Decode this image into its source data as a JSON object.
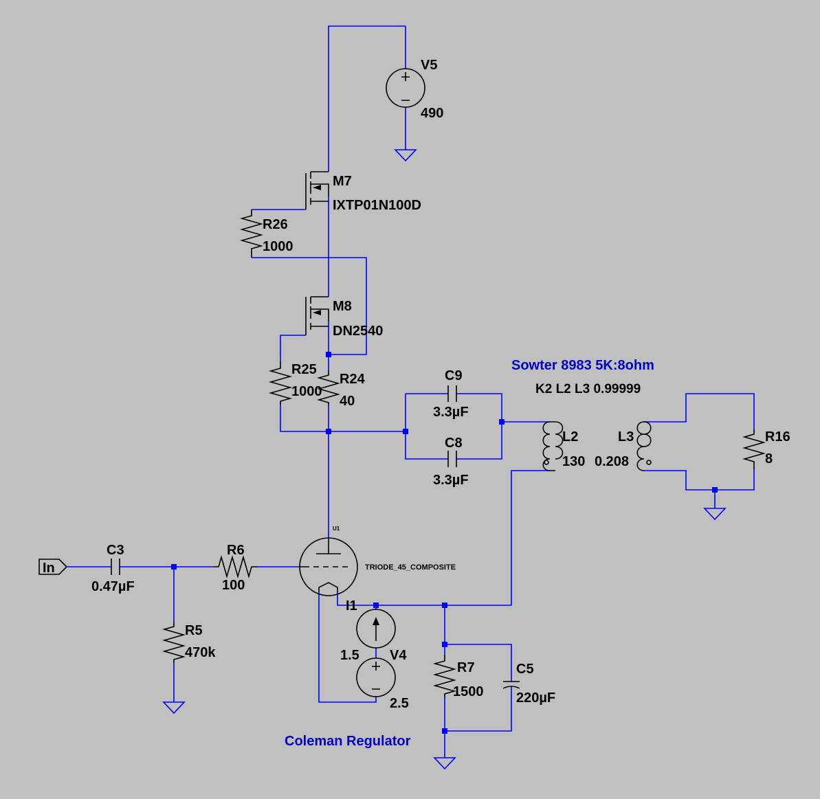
{
  "components": {
    "V5": {
      "name": "V5",
      "value": "490"
    },
    "M7": {
      "name": "M7",
      "value": "IXTP01N100D"
    },
    "R26": {
      "name": "R26",
      "value": "1000"
    },
    "M8": {
      "name": "M8",
      "value": "DN2540"
    },
    "R25": {
      "name": "R25",
      "value": "1000"
    },
    "R24": {
      "name": "R24",
      "value": "40"
    },
    "C9": {
      "name": "C9",
      "value": "3.3µF"
    },
    "C8": {
      "name": "C8",
      "value": "3.3µF"
    },
    "L2": {
      "name": "L2",
      "value": "130"
    },
    "L3": {
      "name": "L3",
      "value": "0.208"
    },
    "R16": {
      "name": "R16",
      "value": "8"
    },
    "U1": {
      "name": "U1",
      "value": "TRIODE_45_COMPOSITE"
    },
    "C3": {
      "name": "C3",
      "value": "0.47µF"
    },
    "R6": {
      "name": "R6",
      "value": "100"
    },
    "R5": {
      "name": "R5",
      "value": "470k"
    },
    "I1": {
      "name": "I1",
      "value": "1.5"
    },
    "V4": {
      "name": "V4",
      "value": "2.5"
    },
    "R7": {
      "name": "R7",
      "value": "1500"
    },
    "C5": {
      "name": "C5",
      "value": "220µF"
    }
  },
  "input_port": "In",
  "notes": {
    "transformer": "Sowter 8983 5K:8ohm",
    "coupling": "K2 L2 L3 0.99999",
    "regulator": "Coleman Regulator"
  },
  "colors": {
    "background": "#c0c0c0",
    "wire": "#0000ff",
    "component": "#000000",
    "note_text": "#0000c8"
  }
}
